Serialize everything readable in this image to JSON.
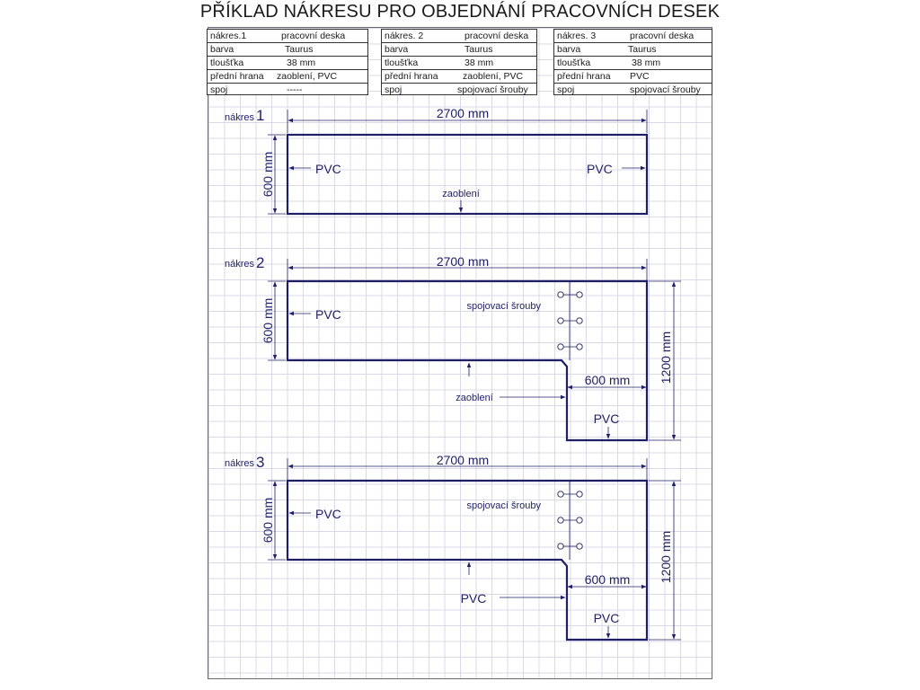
{
  "title": "PŘÍKLAD NÁKRESU PRO OBJEDNÁNÍ PRACOVNÍCH DESEK",
  "specs": [
    {
      "rows": [
        {
          "k": "nákres.1",
          "v": "pracovní deska"
        },
        {
          "k": "barva",
          "v": "Taurus"
        },
        {
          "k": "tloušťka",
          "v": "38 mm"
        },
        {
          "k": "přední hrana",
          "v": "zaoblení, PVC"
        },
        {
          "k": "spoj",
          "v": "-----"
        }
      ]
    },
    {
      "rows": [
        {
          "k": "nákres. 2",
          "v": "pracovní deska"
        },
        {
          "k": "barva",
          "v": "Taurus"
        },
        {
          "k": "tloušťka",
          "v": "38 mm"
        },
        {
          "k": "přední hrana",
          "v": "zaoblení, PVC"
        },
        {
          "k": "spoj",
          "v": "spojovací šrouby"
        }
      ]
    },
    {
      "rows": [
        {
          "k": "nákres. 3",
          "v": "pracovní deska"
        },
        {
          "k": "barva",
          "v": "Taurus"
        },
        {
          "k": "tloušťka",
          "v": "38 mm"
        },
        {
          "k": "přední hrana",
          "v": "PVC"
        },
        {
          "k": "spoj",
          "v": "spojovací šrouby"
        }
      ]
    }
  ],
  "drawings": {
    "d1": {
      "label_word": "nákres",
      "label_num": "1",
      "width_dim": "2700 mm",
      "depth_dim": "600 mm",
      "left_edge": "PVC",
      "right_edge": "PVC",
      "front_edge": "zaoblení"
    },
    "d2": {
      "label_word": "nákres",
      "label_num": "2",
      "width_dim": "2700 mm",
      "depth_dim": "600 mm",
      "right_depth_dim": "1200 mm",
      "leg_width_dim": "600 mm",
      "left_edge": "PVC",
      "joint": "spojovací šrouby",
      "front_edge": "zaoblení",
      "leg_end_edge": "PVC"
    },
    "d3": {
      "label_word": "nákres",
      "label_num": "3",
      "width_dim": "2700 mm",
      "depth_dim": "600 mm",
      "right_depth_dim": "1200 mm",
      "leg_width_dim": "600 mm",
      "left_edge": "PVC",
      "joint": "spojovací šrouby",
      "front_edge": "PVC",
      "leg_end_edge": "PVC"
    }
  },
  "colors": {
    "line": "#1f1f66",
    "grid": "#d8d8e6",
    "title": "#1a1a1a"
  }
}
